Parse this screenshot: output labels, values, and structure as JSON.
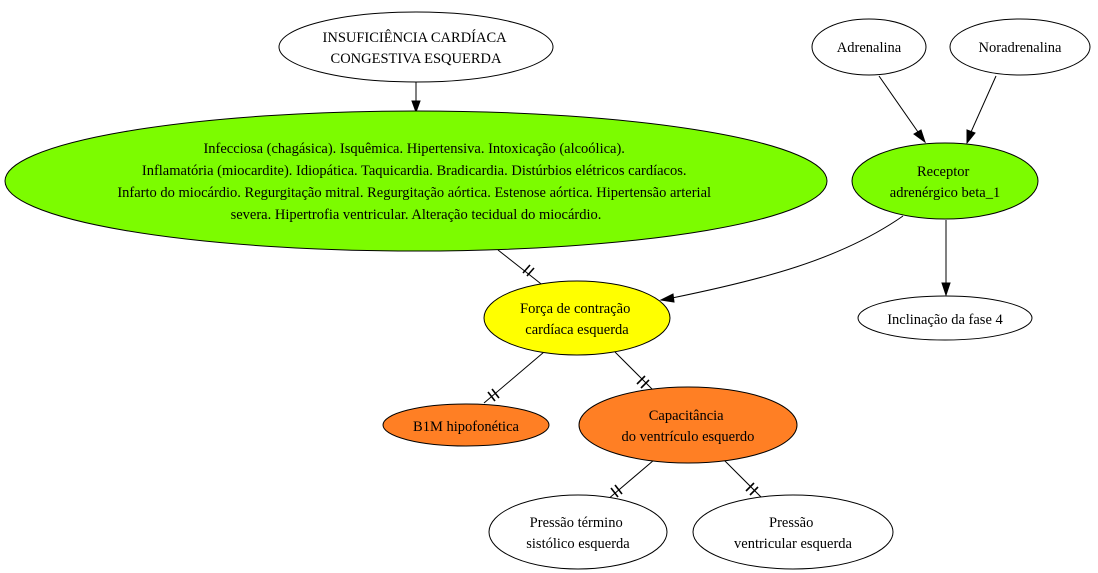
{
  "colors": {
    "white": "#ffffff",
    "green": "#7cfc00",
    "yellow": "#ffff00",
    "orange": "#ff7f24"
  },
  "nodes": {
    "icc": {
      "lines": [
        "INSUFICIÊNCIA CARDÍACA",
        "CONGESTIVA ESQUERDA"
      ]
    },
    "causes": {
      "lines": [
        "Infecciosa (chagásica). Isquêmica. Hipertensiva. Intoxicação (alcoólica).",
        "Inflamatória (miocardite). Idiopática. Taquicardia. Bradicardia. Distúrbios elétricos cardíacos.",
        "Infarto do miocárdio. Regurgitação mitral. Regurgitação aórtica. Estenose aórtica. Hipertensão arterial",
        "severa. Hipertrofia ventricular. Alteração tecidual do miocárdio."
      ]
    },
    "adrenalina": {
      "lines": [
        "Adrenalina"
      ]
    },
    "noradrenalina": {
      "lines": [
        "Noradrenalina"
      ]
    },
    "receptor": {
      "lines": [
        "Receptor",
        "adrenérgico beta_1"
      ]
    },
    "forca": {
      "lines": [
        "Força de contração",
        "cardíaca esquerda"
      ]
    },
    "inclinacao": {
      "lines": [
        "Inclinação da fase 4"
      ]
    },
    "b1m": {
      "lines": [
        "B1M hipofonética"
      ]
    },
    "capacitancia": {
      "lines": [
        "Capacitância",
        "do ventrículo esquerdo"
      ]
    },
    "pressao_termino": {
      "lines": [
        "Pressão término",
        "sistólico esquerda"
      ]
    },
    "pressao_vent": {
      "lines": [
        "Pressão",
        "ventricular esquerda"
      ]
    }
  }
}
